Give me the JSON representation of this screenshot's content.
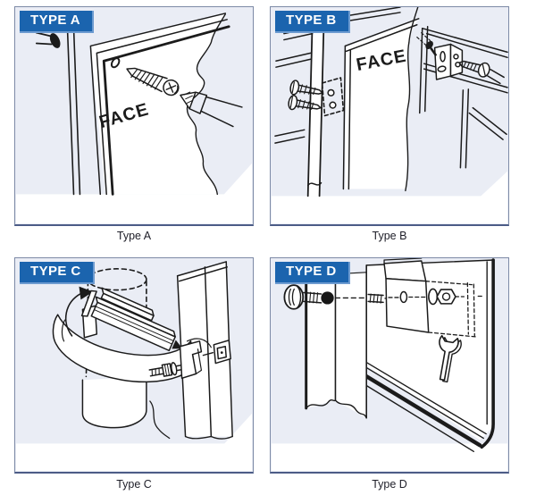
{
  "colors": {
    "badge_bg": "#1b64ae",
    "badge_edge": "#6d9bd0",
    "badge_text": "#ffffff",
    "panel_bg": "#eaedf5",
    "panel_border": "#7d8aa6",
    "panel_border_bottom": "#4c5c87",
    "ink": "#1b1b1b",
    "caption_text": "#1e1e28",
    "page_bg": "#ffffff"
  },
  "panels": [
    {
      "badge": "TYPE A",
      "caption": "Type A",
      "face_label": "FACE"
    },
    {
      "badge": "TYPE B",
      "caption": "Type B",
      "face_label": "FACE"
    },
    {
      "badge": "TYPE C",
      "caption": "Type C"
    },
    {
      "badge": "TYPE D",
      "caption": "Type D"
    }
  ]
}
